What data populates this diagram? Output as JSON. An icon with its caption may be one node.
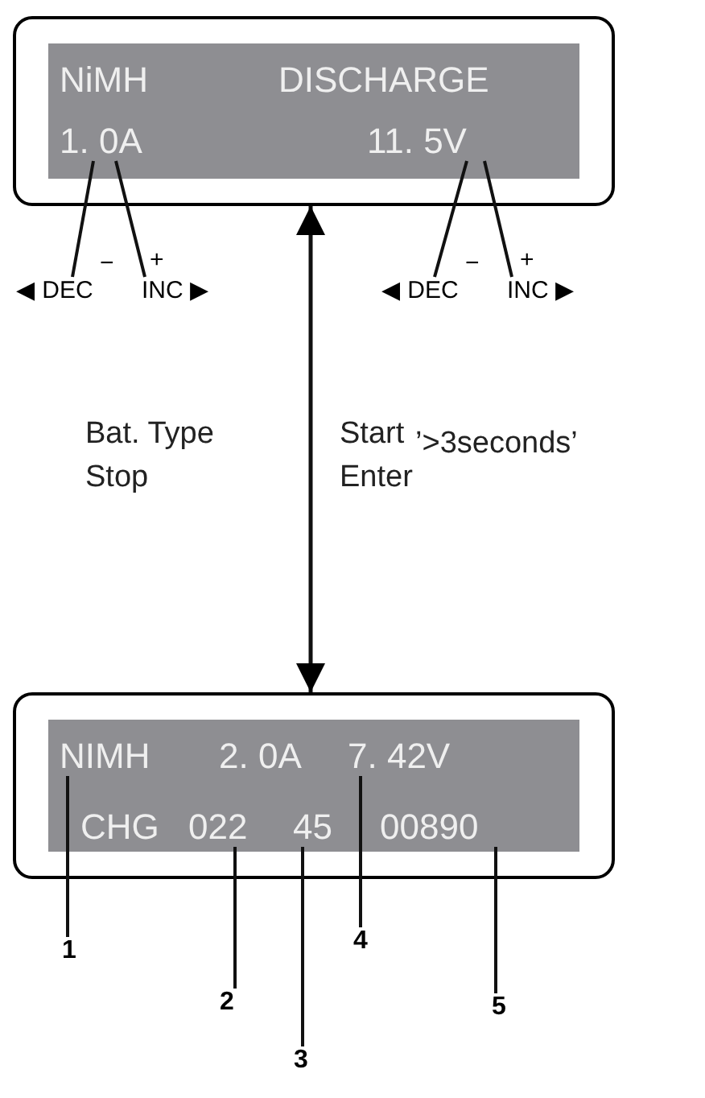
{
  "diagram": {
    "nodes": [
      {
        "text": [],
        "shape": "box"
      },
      {
        "text": [
          "NiMH"
        ],
        "in": 0
      },
      {
        "text": [
          "DISCHARGE"
        ],
        "in": 0
      },
      {
        "text": [
          "1. 0A"
        ],
        "in": 0
      },
      {
        "text": [
          "11. 5V"
        ],
        "in": 0
      },
      {
        "text": [
          "◀ DEC"
        ],
        "beside": [
          "−"
        ]
      },
      {
        "text": [
          "INC ▶"
        ],
        "beside": [
          "+"
        ]
      },
      {
        "text": [
          "◀ DEC"
        ],
        "beside": [
          "−"
        ]
      },
      {
        "text": [
          "INC ▶"
        ],
        "beside": [
          "+"
        ]
      },
      {
        "text": [],
        "shape": "box"
      },
      {
        "text": [
          "NIMH"
        ],
        "in": 9
      },
      {
        "text": [
          "2. 0A"
        ],
        "in": 9
      },
      {
        "text": [
          "7. 42V"
        ],
        "in": 9
      },
      {
        "text": [
          "CHG"
        ],
        "in": 9
      },
      {
        "text": [
          "022"
        ],
        "in": 9
      },
      {
        "text": [
          "45"
        ],
        "in": 9
      },
      {
        "text": [
          "00890"
        ],
        "in": 9
      },
      {
        "text": [
          "1"
        ]
      },
      {
        "text": [
          "2"
        ]
      },
      {
        "text": [
          "3"
        ]
      },
      {
        "text": [
          "4"
        ]
      },
      {
        "text": [
          "5"
        ]
      }
    ],
    "edges": [
      {
        "from": 5,
        "to": 3,
        "arrow": "none"
      },
      {
        "from": 6,
        "to": 3,
        "arrow": "none"
      },
      {
        "from": 7,
        "to": 4,
        "arrow": "none"
      },
      {
        "from": 8,
        "to": 4,
        "arrow": "none"
      },
      {
        "from": 0,
        "to": 9,
        "arrow": "both"
      },
      {
        "from": 17,
        "to": 10,
        "arrow": "none"
      },
      {
        "from": 18,
        "to": 14,
        "arrow": "none"
      },
      {
        "from": 19,
        "to": 15,
        "arrow": "none"
      },
      {
        "from": 20,
        "to": 12,
        "arrow": "none"
      },
      {
        "from": 21,
        "to": 16,
        "arrow": "none"
      }
    ],
    "labels": [
      "Bat. Type",
      "Stop",
      "Start",
      "Enter",
      "’>3seconds’"
    ]
  }
}
